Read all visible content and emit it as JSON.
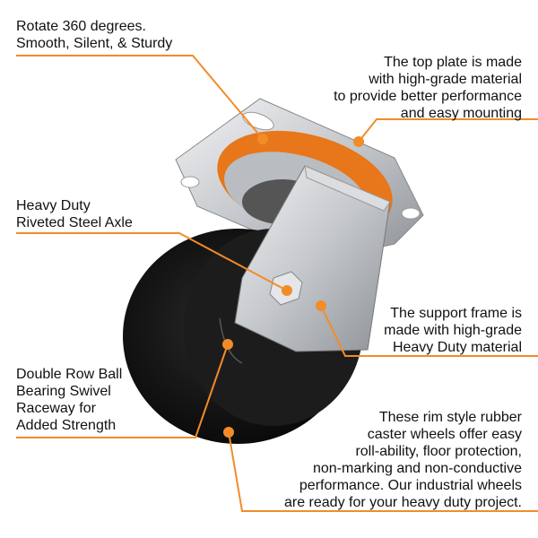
{
  "callouts": {
    "rotate": "Rotate 360 degrees.\nSmooth, Silent, & Sturdy",
    "top_plate": "The top plate is made\nwith high-grade material\nto provide better performance\nand easy mounting",
    "axle": "Heavy Duty\nRiveted Steel Axle",
    "support_frame": "The support frame is\nmade with high-grade\nHeavy Duty material",
    "bearing": "Double Row Ball\nBearing Swivel\nRaceway for\nAdded Strength",
    "wheel": "These rim style rubber\ncaster wheels offer easy\nroll-ability, floor protection,\nnon-marking and non-conductive\nperformance. Our industrial wheels\nare ready for your heavy duty project."
  },
  "colors": {
    "accent": "#F28C28",
    "wheel": "#151515",
    "steel": "#C8CBCF"
  }
}
